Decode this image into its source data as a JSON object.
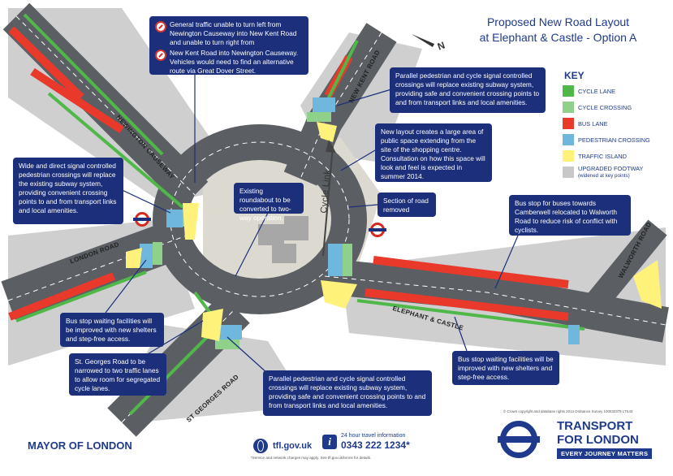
{
  "title": {
    "line1": "Proposed New Road Layout",
    "line2": "at Elephant & Castle - Option A"
  },
  "callouts": {
    "no_left_turn": {
      "line1": "General traffic unable to turn left from Newington Causeway into New Kent Road and unable to turn right from",
      "line2": "New Kent Road into Newington Causeway. Vehicles would need to find an alternative route via Great Dover Street."
    },
    "crossings_ne": "Parallel pedestrian and cycle signal controlled crossings will replace existing subway system, providing safe and convenient crossing points to and from transport links and local amenities.",
    "public_space": "New layout creates a large area of public space extending from the site of the shopping centre. Consultation on how this space will look and feel is expected in summer 2014.",
    "section_removed": "Section of road removed",
    "roundabout": "Existing roundabout to be converted to two-way operation.",
    "crossings_w": "Wide and direct signal controlled pedestrian crossings will replace the existing subway system, providing convenient crossing points to and from transport links and local amenities.",
    "bus_stop_camberwell": "Bus stop for buses towards Camberwell relocated to Walworth Road to reduce risk of conflict with cyclists.",
    "bus_stop_waiting_w": "Bus stop waiting facilities will be improved with new shelters and step-free access.",
    "st_georges": "St. Georges Road to be narrowed to two traffic lanes to allow room for segregated cycle lanes.",
    "crossings_s": "Parallel pedestrian and cycle signal controlled crossings will replace existing subway system, providing safe and convenient crossing points to and from transport links and local amenities.",
    "bus_stop_waiting_e": "Bus stop waiting facilities will be improved with new shelters and step-free access."
  },
  "key": {
    "title": "KEY",
    "items": [
      {
        "label": "CYCLE LANE",
        "color": "#4fb848"
      },
      {
        "label": "CYCLE CROSSING",
        "color": "#8fd18a"
      },
      {
        "label": "BUS LANE",
        "color": "#e8392b"
      },
      {
        "label": "PEDESTRIAN CROSSING",
        "color": "#6fb7dc"
      },
      {
        "label": "TRAFFIC ISLAND",
        "color": "#fff27a"
      },
      {
        "label": "UPGRADED FOOTWAY",
        "sub": "(widened at key points)",
        "color": "#c8c8c8"
      }
    ]
  },
  "road_labels": {
    "newington": "NEWINGTON CAUSEWAY",
    "new_kent": "NEW KENT ROAD",
    "london_road": "LONDON ROAD",
    "elephant_castle": "ELEPHANT & CASTLE",
    "st_georges": "ST GEORGES ROAD",
    "walworth": "WALWORTH ROAD",
    "cycle_link": "Cycle Link"
  },
  "footer": {
    "mayor": "MAYOR OF LONDON",
    "website": "tfl.gov.uk",
    "phone_label": "24 hour travel information",
    "phone": "0343 222 1234*",
    "disclaimer": "*Service and network charges may apply. See tfl.gov.uk/terms for details.",
    "copyright": "© Crown copyright and database rights 2014 Ordnance Survey 100032379 LTS43",
    "tfl_name_1": "TRANSPORT",
    "tfl_name_2": "FOR LONDON",
    "tfl_tagline": "EVERY JOURNEY MATTERS"
  },
  "colors": {
    "navy": "#1b2f7a",
    "road": "#5b5f63",
    "footway": "#cfcfcf",
    "public_space": "#d9d7cc",
    "bus_lane": "#e8392b",
    "cycle_lane": "#4fb848",
    "ped_crossing": "#6fb7dc",
    "island": "#fff27a"
  }
}
